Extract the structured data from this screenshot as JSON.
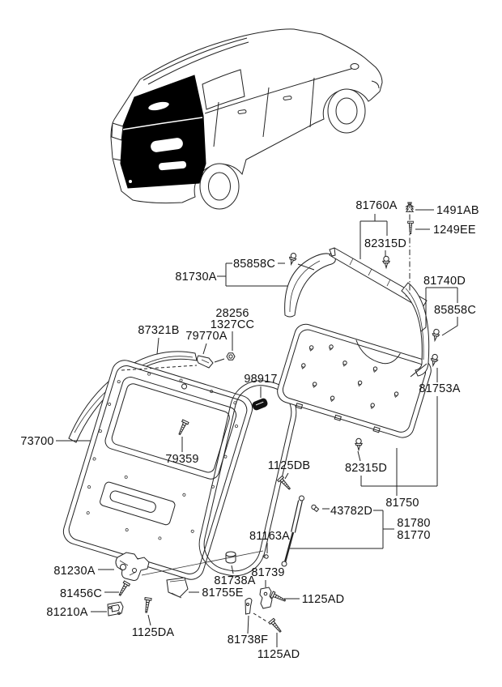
{
  "diagram": {
    "background": "#ffffff",
    "line_color": "#222222",
    "highlight_color": "#000000",
    "labels": [
      {
        "text": "81760A"
      },
      {
        "text": "1491AB"
      },
      {
        "text": "1249EE"
      },
      {
        "text": "82315D"
      },
      {
        "text": "85858C"
      },
      {
        "text": "81730A"
      },
      {
        "text": "81740D"
      },
      {
        "text": "85858C"
      },
      {
        "text": "28256"
      },
      {
        "text": "1327CC"
      },
      {
        "text": "87321B"
      },
      {
        "text": "79770A"
      },
      {
        "text": "98917"
      },
      {
        "text": "81753A"
      },
      {
        "text": "73700"
      },
      {
        "text": "79359"
      },
      {
        "text": "1125DB"
      },
      {
        "text": "82315D"
      },
      {
        "text": "43782D"
      },
      {
        "text": "81750"
      },
      {
        "text": "81780"
      },
      {
        "text": "81770"
      },
      {
        "text": "81163A"
      },
      {
        "text": "81230A"
      },
      {
        "text": "81739"
      },
      {
        "text": "81738A"
      },
      {
        "text": "81456C"
      },
      {
        "text": "81755E"
      },
      {
        "text": "1125AD"
      },
      {
        "text": "81210A"
      },
      {
        "text": "1125DA"
      },
      {
        "text": "81738F"
      },
      {
        "text": "1125AD"
      }
    ]
  }
}
